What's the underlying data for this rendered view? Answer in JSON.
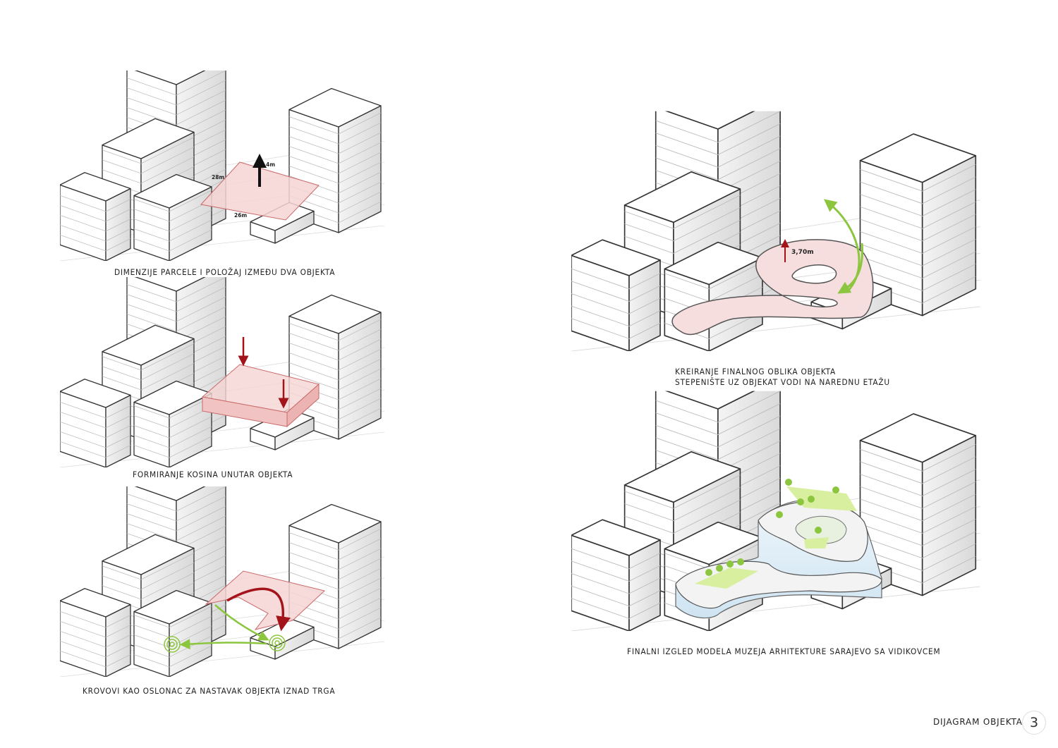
{
  "panels": [
    {
      "caption": "DIMENZIJE PARCELE I POLOŽAJ IZMEĐU DVA OBJEKTA",
      "labels": {
        "height": "4m",
        "depth": "28m",
        "width": "26m"
      }
    },
    {
      "caption": "FORMIRANJE KOSINA UNUTAR OBJEKTA"
    },
    {
      "caption": "KROVOVI KAO OSLONAC ZA NASTAVAK OBJEKTA IZNAD TRGA"
    },
    {
      "caption_line1": "KREIRANJE FINALNOG OBLIKA OBJEKTA",
      "caption_line2": "STEPENIŠTE UZ OBJEKAT VODI NA NAREDNU ETAŽU",
      "labels": {
        "height": "3,70m"
      }
    },
    {
      "caption": "FINALNI IZGLED MODELA MUZEJA ARHITEKTURE SARAJEVO SA VIDIKOVCEM"
    }
  ],
  "footer": {
    "title": "DIJAGRAM OBJEKTA",
    "page": "3"
  },
  "colors": {
    "pink": "#f6d4d4",
    "pink_stroke": "#c96a6a",
    "red_arrow": "#a3141a",
    "green_arrow": "#8cc63f",
    "glass": "#dcedf7"
  }
}
